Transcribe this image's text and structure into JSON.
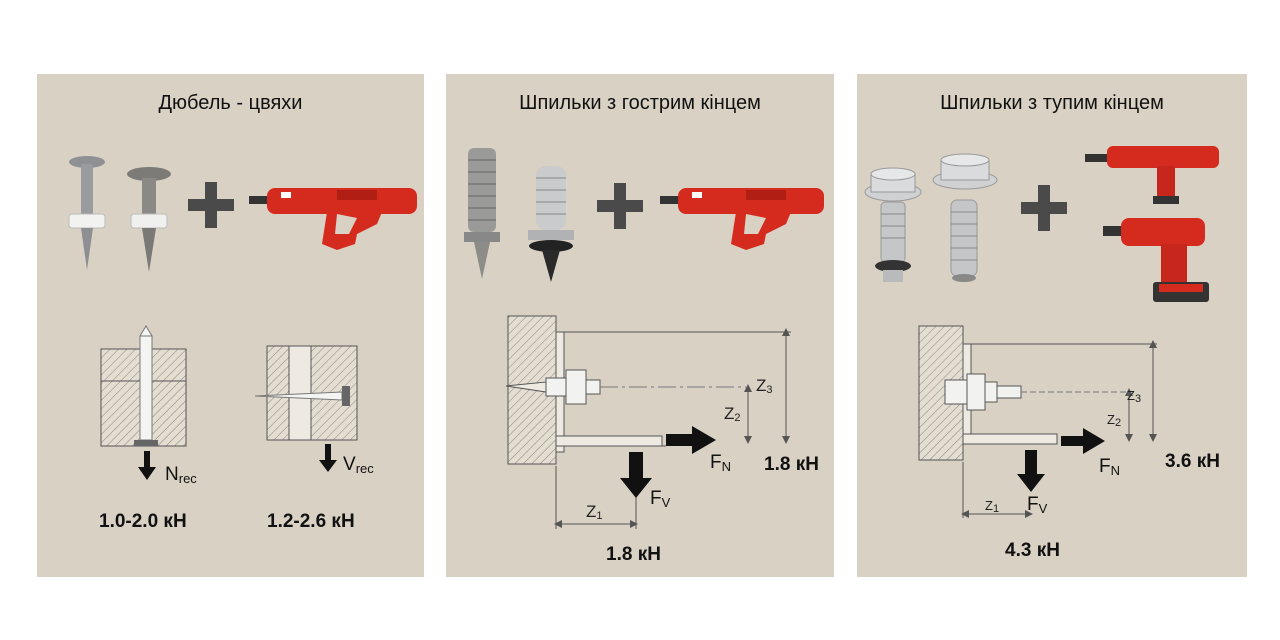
{
  "panels": [
    {
      "title": "Дюбель - цвяхи",
      "loads": [
        "1.0-2.0 кН",
        "1.2-2.6 кН"
      ],
      "symbols": [
        {
          "main": "N",
          "sub": "rec"
        },
        {
          "main": "V",
          "sub": "rec"
        }
      ]
    },
    {
      "title": "Шпильки з гострим кінцем",
      "loads": [
        "1.8 кН",
        "1.8 кН"
      ],
      "symbols": [
        {
          "main": "F",
          "sub": "N"
        },
        {
          "main": "F",
          "sub": "V"
        },
        {
          "main": "Z",
          "sub": "1"
        },
        {
          "main": "Z",
          "sub": "2"
        },
        {
          "main": "Z",
          "sub": "3"
        }
      ]
    },
    {
      "title": "Шпильки з тупим кінцем",
      "loads": [
        "3.6 кН",
        "4.3 кН"
      ],
      "symbols": [
        {
          "main": "F",
          "sub": "N"
        },
        {
          "main": "F",
          "sub": "V"
        },
        {
          "main": "Z",
          "sub": "1"
        },
        {
          "main": "Z",
          "sub": "2"
        },
        {
          "main": "Z",
          "sub": "3"
        }
      ]
    }
  ],
  "colors": {
    "panel_bg": "#d9d1c4",
    "tool_red": "#d52b1e",
    "plus": "#4a4a4a"
  }
}
